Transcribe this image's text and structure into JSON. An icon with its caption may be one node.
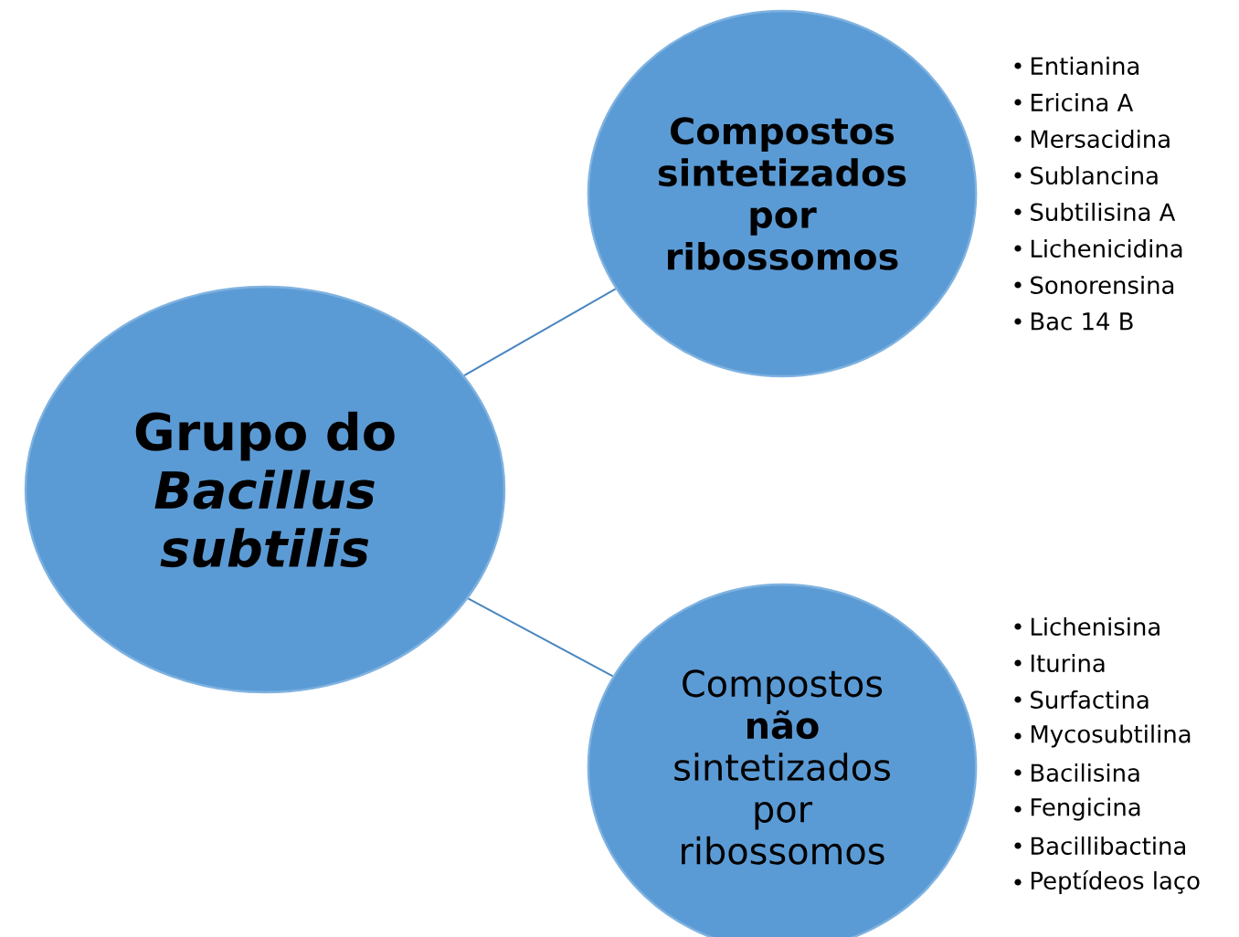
{
  "diagram": {
    "nodes": [
      {
        "text": [
          "Grupo do *Bacillus subtilis*"
        ]
      },
      {
        "text": [
          "Compostos sintetizados por ribossomos"
        ],
        "beside": [
          "Entianina",
          "Ericina A",
          "Mersacidina",
          "Sublancina",
          "Subtilisina A",
          "Lichenicidina",
          "Sonorensina",
          "Bac 14 B"
        ]
      },
      {
        "text": [
          "Compostos **não** sintetizados por ribossomos"
        ],
        "beside": [
          "Lichenisina",
          "Iturina",
          "Surfactina",
          "Mycosubtilina",
          "Bacilisina",
          "Fengicina",
          "Bacillibactina",
          "Peptídeos laço"
        ]
      }
    ],
    "edges": [
      {
        "from": 0,
        "to": 1,
        "arrow": "none"
      },
      {
        "from": 0,
        "to": 2,
        "arrow": "none"
      }
    ]
  }
}
